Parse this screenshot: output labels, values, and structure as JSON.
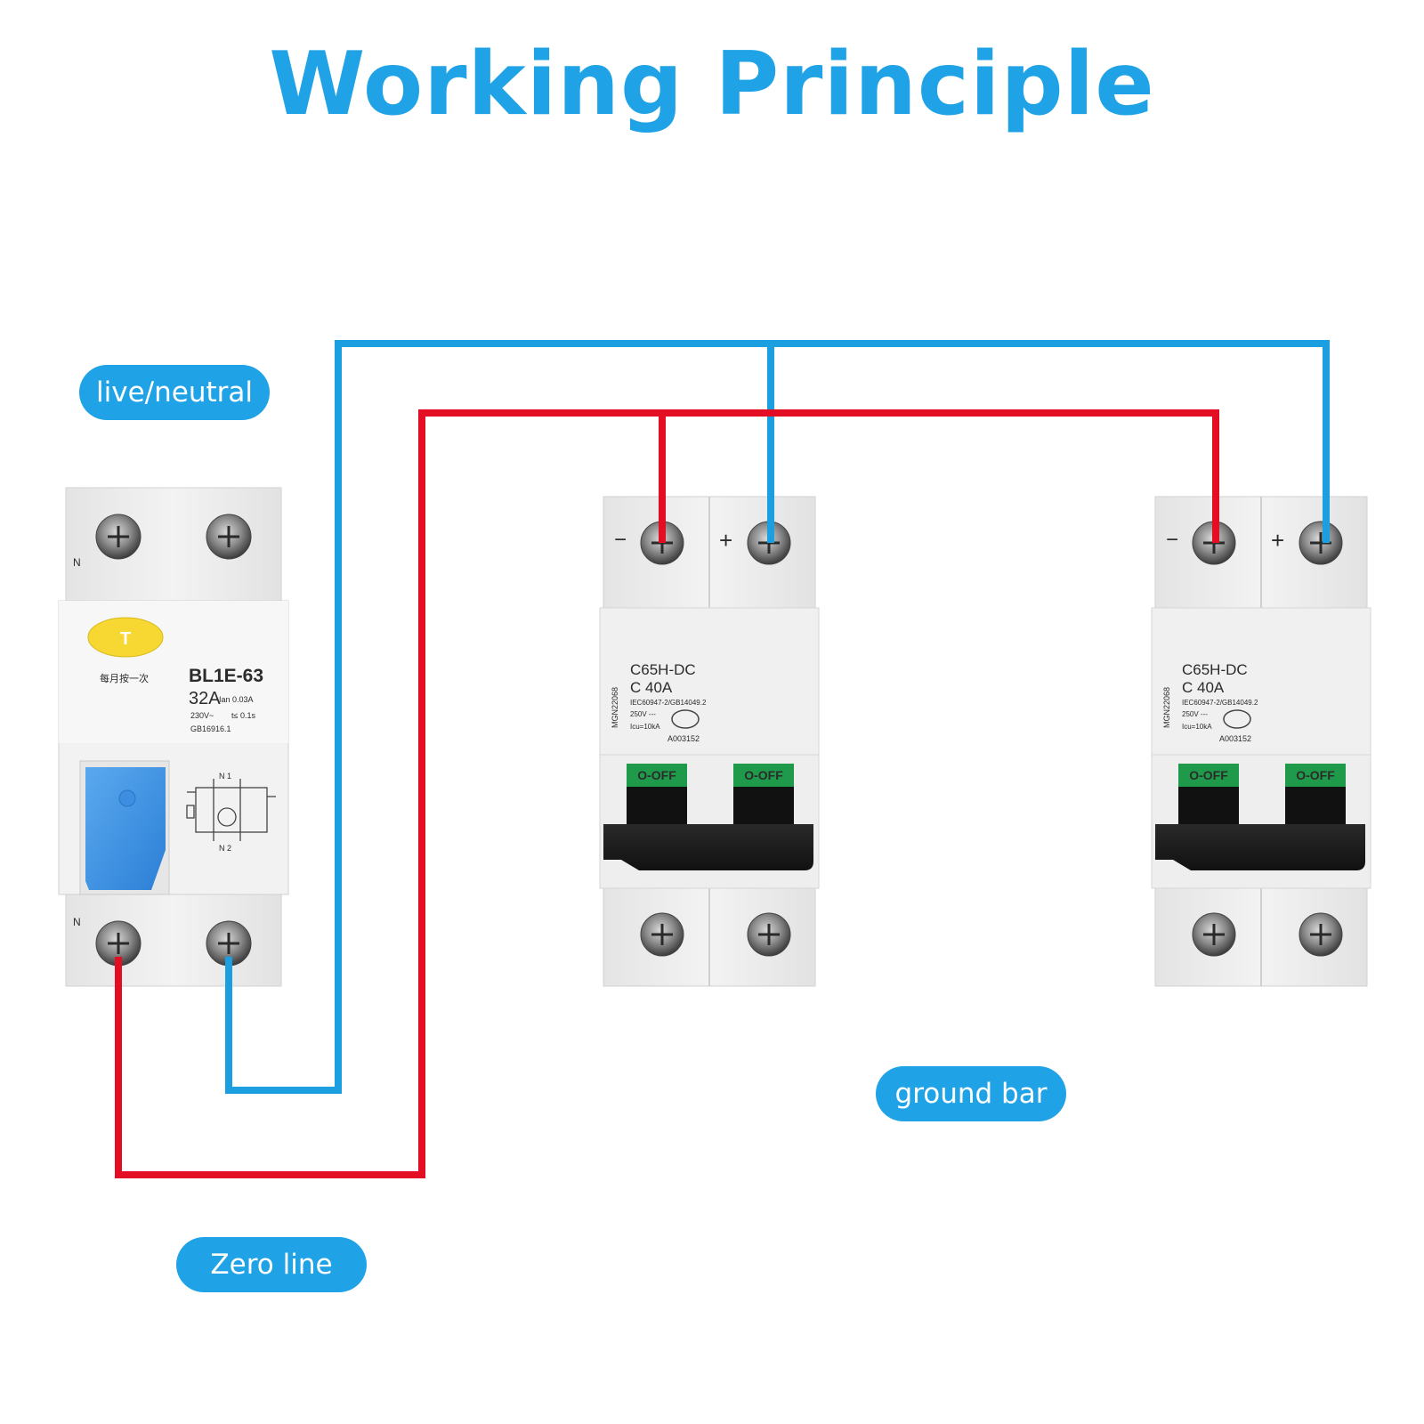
{
  "title": "Working Principle",
  "labels": {
    "live_neutral": "live/neutral",
    "ground_bar": "ground bar",
    "zero_line": "Zero line"
  },
  "rcd": {
    "model": "BL1E-63",
    "current": "32A",
    "ian": "Ian 0.03A",
    "voltage": "230V~",
    "trip_time": "t≤ 0.1s",
    "standard": "GB16916.1",
    "test_button": "T",
    "test_note": "每月按一次",
    "terminal_n_top": "N",
    "terminal_n_bottom": "N",
    "schematic_n1": "N 1",
    "schematic_n2": "N 2"
  },
  "mcbs": [
    {
      "model": "C65H-DC",
      "rating": "C 40A",
      "standard": "IEC60947-2/GB14049.2",
      "voltage": "250V ---",
      "icu": "Icu=10kA",
      "serial": "MGN22068",
      "cert": "A003152",
      "minus": "−",
      "plus": "+",
      "switch_left": "O-OFF",
      "switch_right": "O-OFF"
    },
    {
      "model": "C65H-DC",
      "rating": "C 40A",
      "standard": "IEC60947-2/GB14049.2",
      "voltage": "250V ---",
      "icu": "Icu=10kA",
      "serial": "MGN22068",
      "cert": "A003152",
      "minus": "−",
      "plus": "+",
      "switch_left": "O-OFF",
      "switch_right": "O-OFF"
    }
  ],
  "colors": {
    "title": "#1fa3e6",
    "blue_wire": "#1b9fe0",
    "red_wire": "#e30d24",
    "pill": "#1fa3e6",
    "switch_window": "#1f9a4a"
  }
}
